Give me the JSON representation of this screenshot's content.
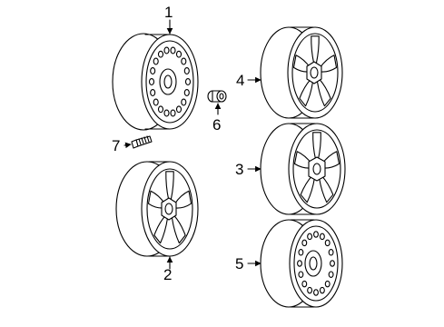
{
  "parts": [
    {
      "id": "wheel-steel-1",
      "callout": "1"
    },
    {
      "id": "wheel-alloy-2",
      "callout": "2"
    },
    {
      "id": "wheel-alloy-3",
      "callout": "3"
    },
    {
      "id": "wheel-alloy-4",
      "callout": "4"
    },
    {
      "id": "wheel-steel-5",
      "callout": "5"
    },
    {
      "id": "valve-stem-6",
      "callout": "6"
    },
    {
      "id": "lug-bolt-7",
      "callout": "7"
    }
  ]
}
